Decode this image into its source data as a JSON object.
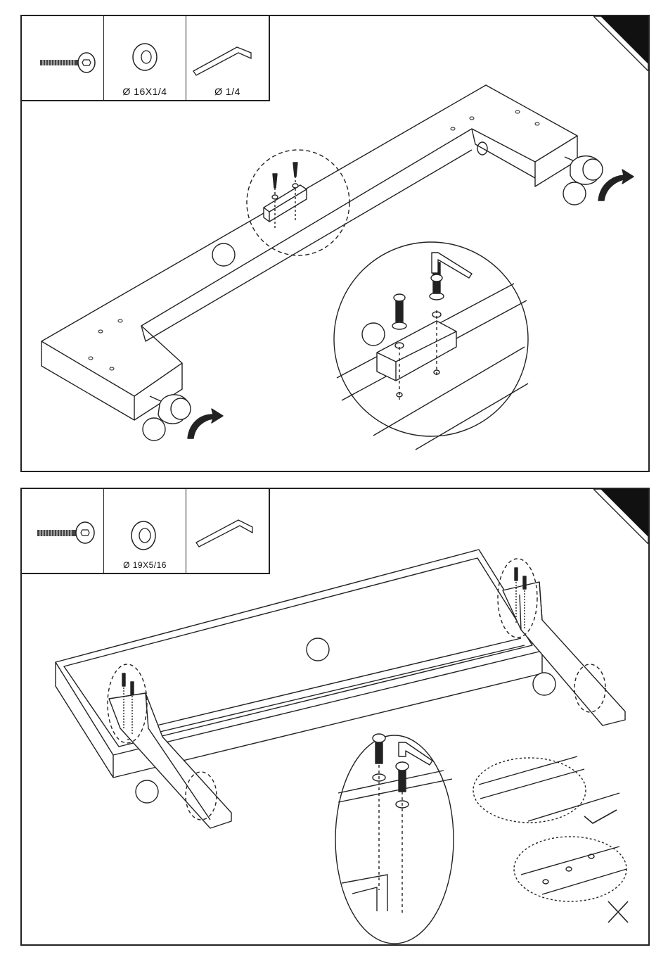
{
  "step1": {
    "parts": {
      "washer_size": "Ø 16X1/4",
      "hex_key_size": "Ø 1/4"
    }
  },
  "step2": {
    "parts": {
      "washer_size": "Ø 19X5/16"
    }
  },
  "icons": [
    "bolt-icon",
    "washer-icon",
    "hex-key-icon",
    "correct-check-icon",
    "incorrect-x-icon"
  ]
}
